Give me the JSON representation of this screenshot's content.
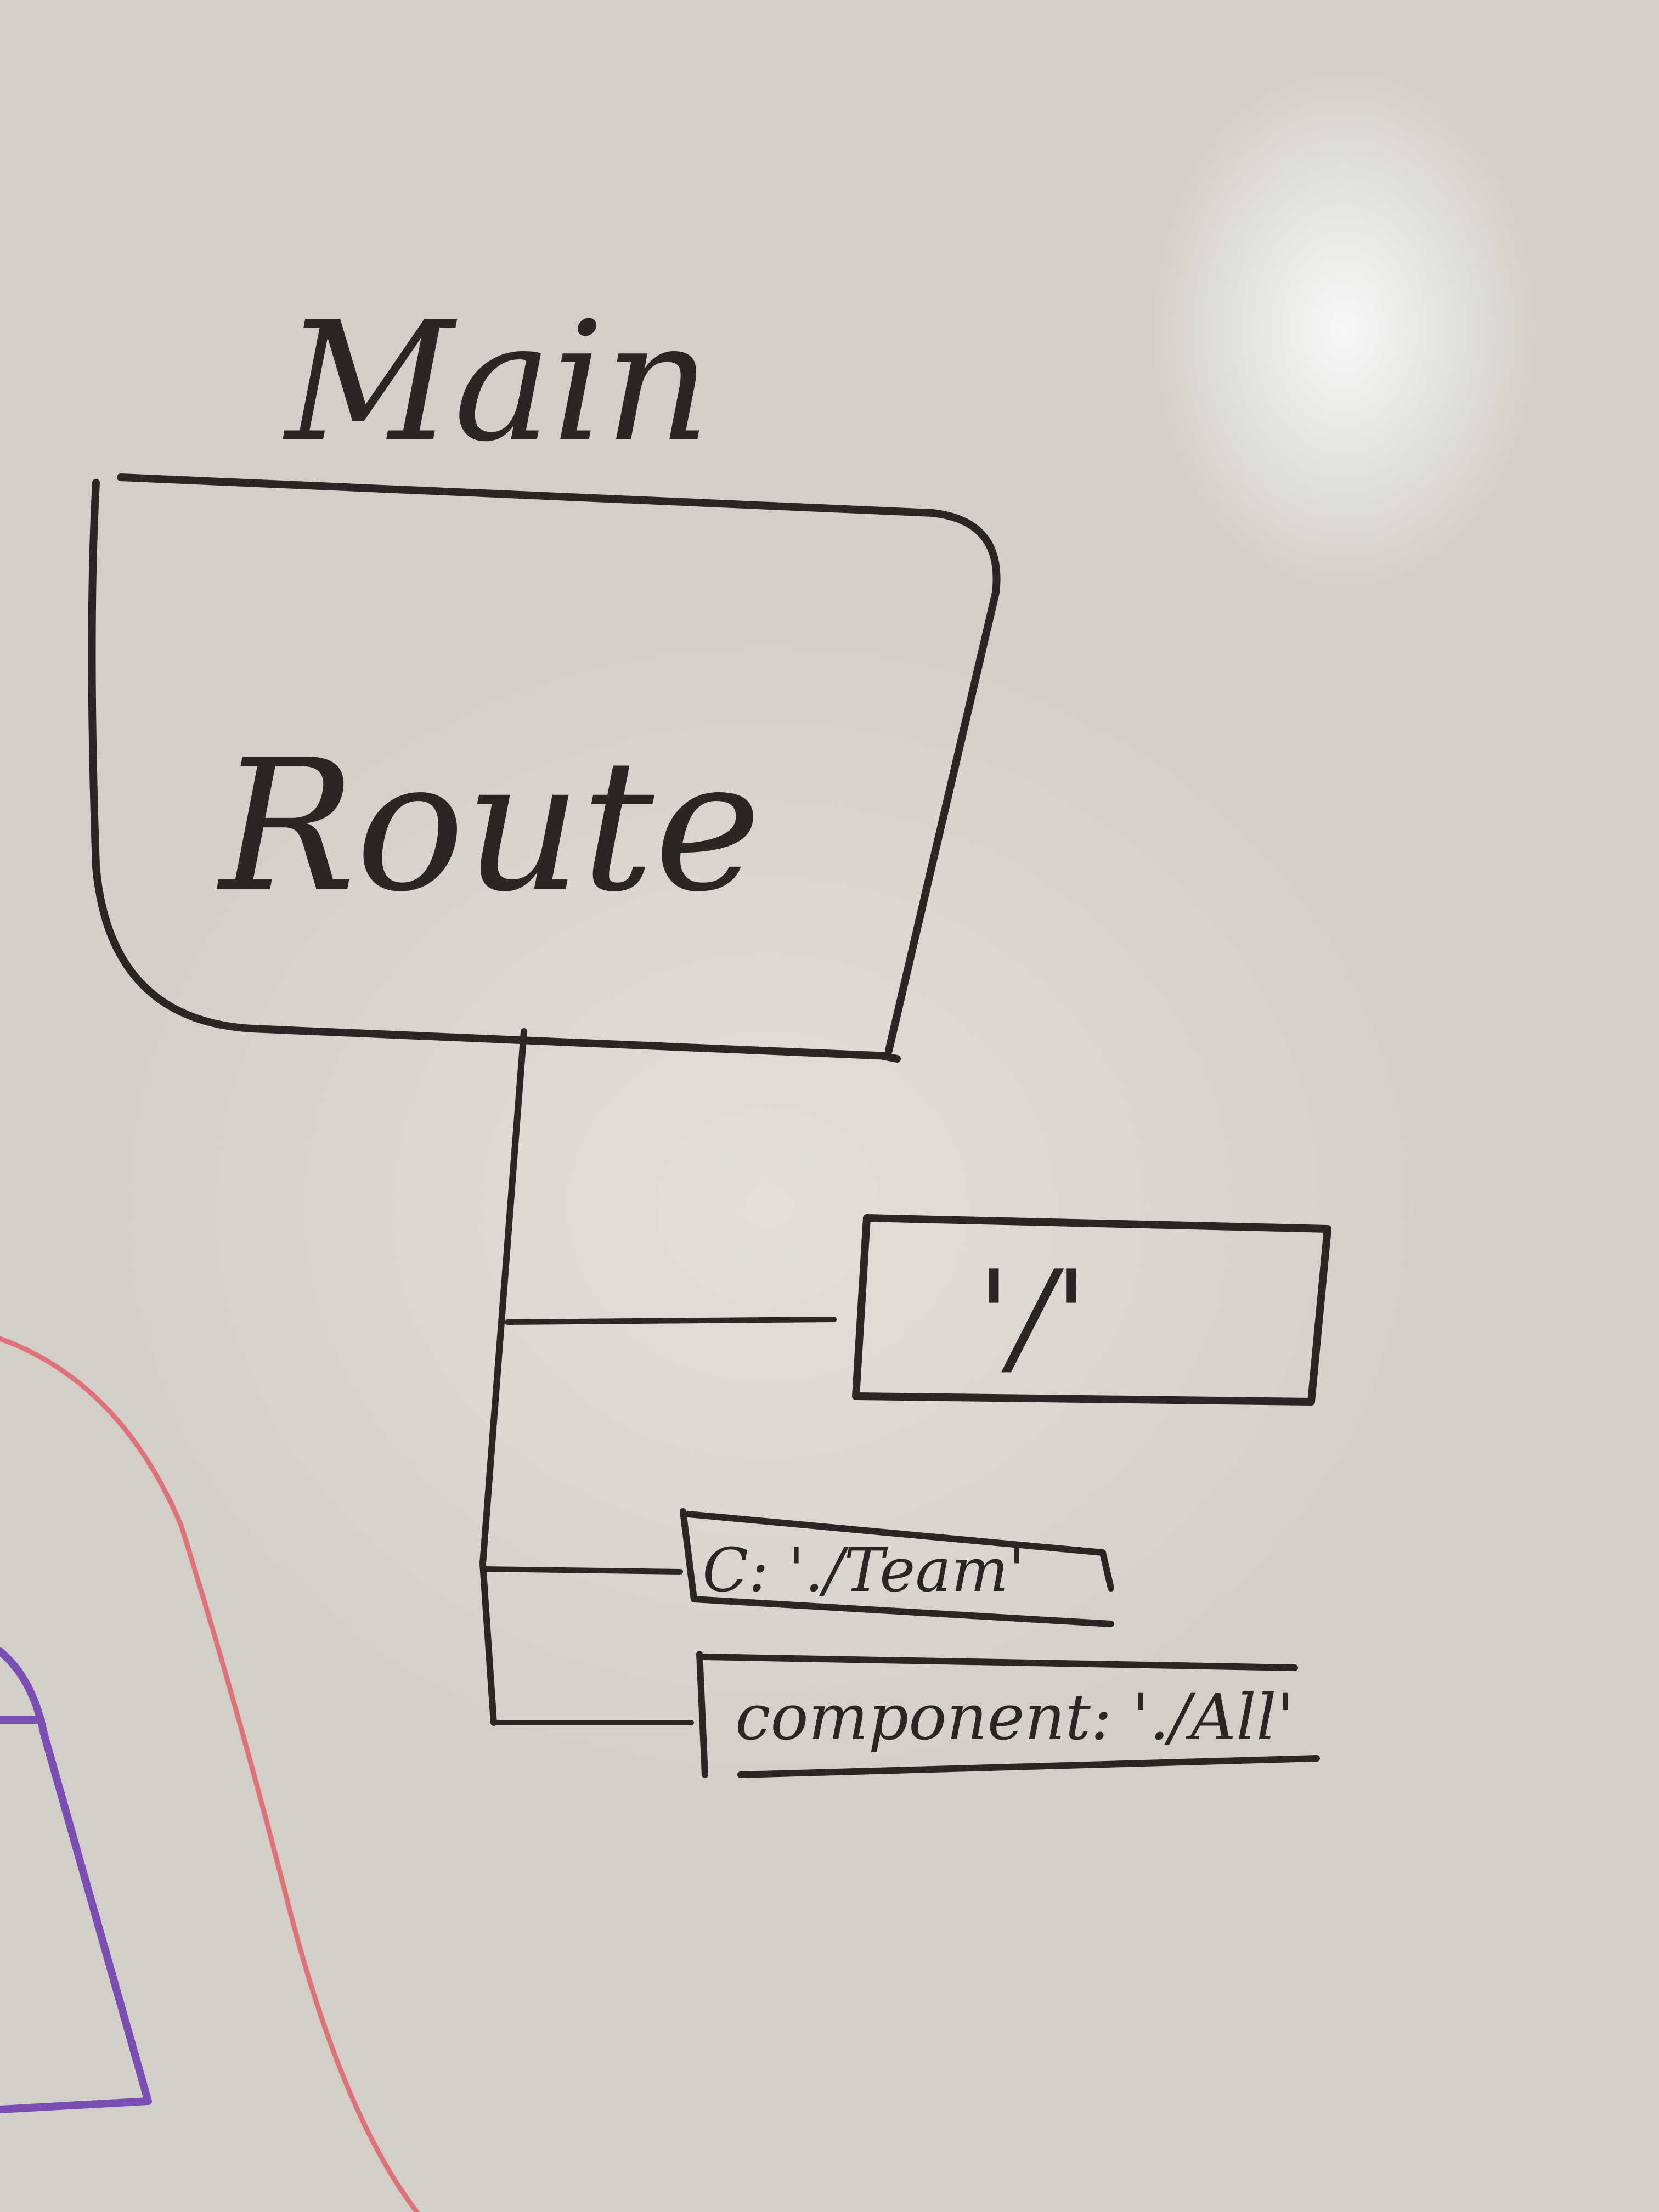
{
  "title": "Main",
  "nodes": {
    "root": {
      "label": "Route"
    },
    "child_root_path": {
      "label": "'/'"
    },
    "child_team": {
      "label": "C: './Team'"
    },
    "child_component": {
      "label": "component: './All'"
    }
  },
  "colors": {
    "marker_black": "#2a2624",
    "marker_red": "#e0707a",
    "marker_purple": "#7a4fb3",
    "whiteboard": "#d9d6d0"
  }
}
